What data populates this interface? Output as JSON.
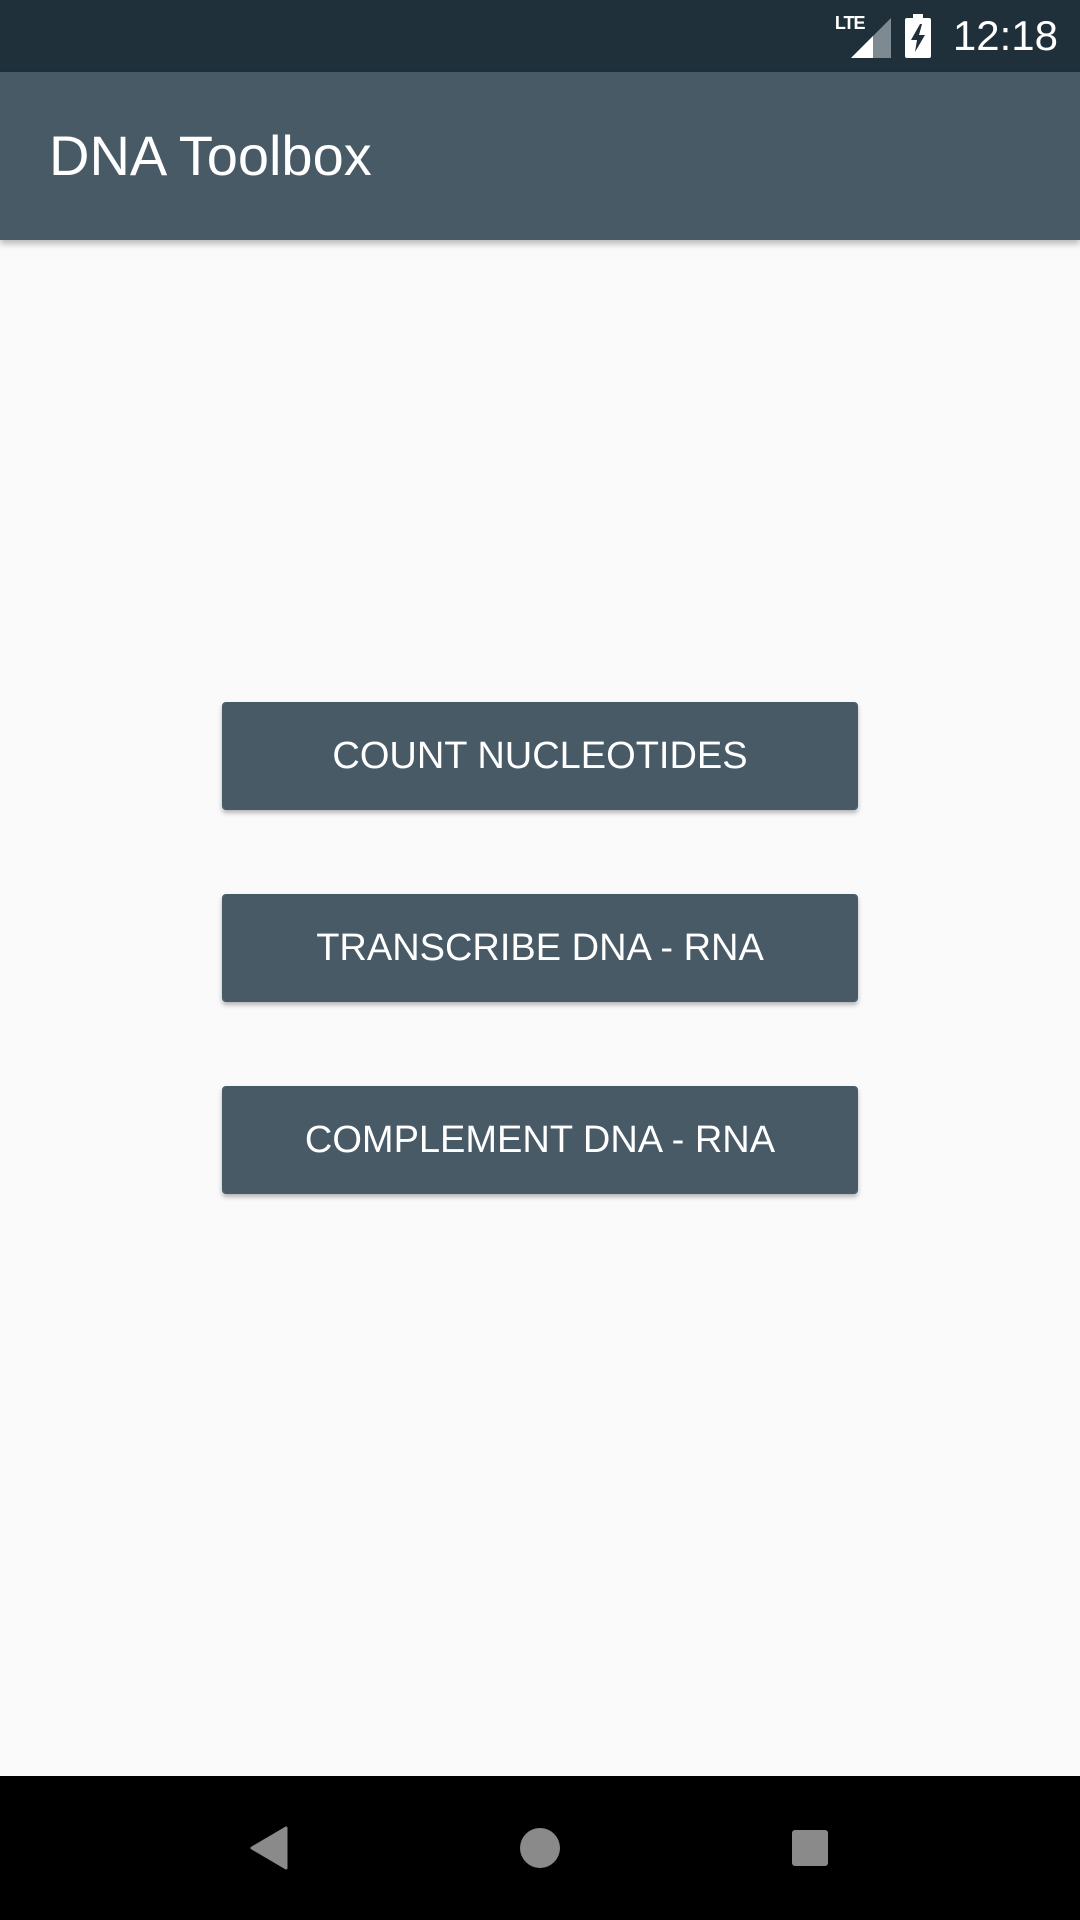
{
  "status_bar": {
    "network_label": "LTE",
    "time": "12:18",
    "icons": [
      "lte-signal-icon",
      "battery-charging-icon"
    ]
  },
  "app_bar": {
    "title": "DNA Toolbox"
  },
  "main": {
    "buttons": [
      {
        "label": "COUNT NUCLEOTIDES"
      },
      {
        "label": "TRANSCRIBE DNA - RNA"
      },
      {
        "label": "COMPLEMENT DNA - RNA"
      }
    ]
  },
  "nav_bar": {
    "icons": [
      "back-icon",
      "home-icon",
      "recent-apps-icon"
    ]
  },
  "colors": {
    "status_bar": "#1f303b",
    "primary": "#475a66",
    "background": "#fafafa",
    "nav_bar": "#000000",
    "text_on_primary": "#ffffff"
  }
}
